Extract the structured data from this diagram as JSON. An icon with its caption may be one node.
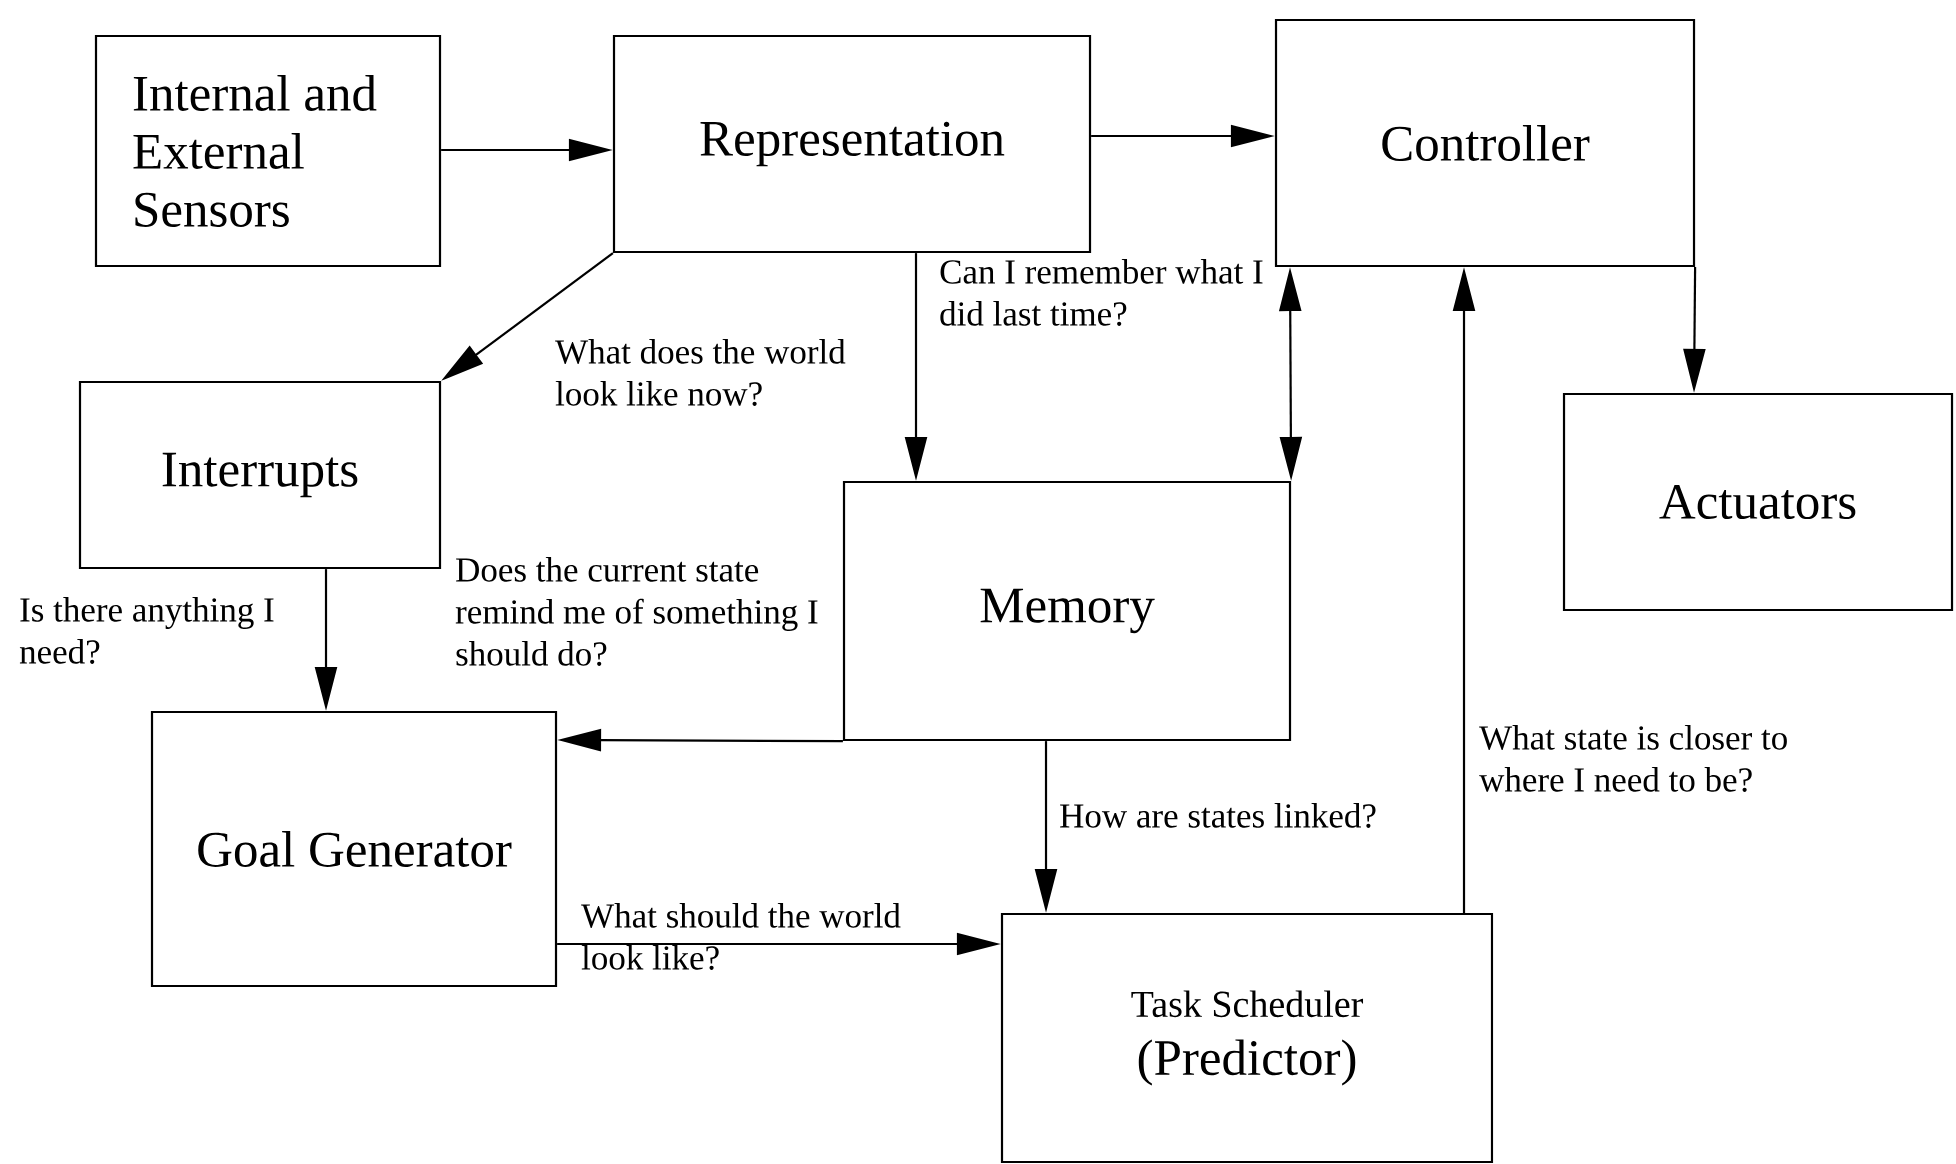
{
  "diagram": {
    "nodes": [
      {
        "text": [
          "Internal and External Sensors"
        ]
      },
      {
        "text": [
          "Representation"
        ]
      },
      {
        "text": [
          "Controller"
        ]
      },
      {
        "text": [
          "Interrupts"
        ]
      },
      {
        "text": [
          "Memory"
        ]
      },
      {
        "text": [
          "Actuators"
        ]
      },
      {
        "text": [
          "Goal Generator"
        ]
      },
      {
        "text": [
          "Task Scheduler",
          "(Predictor)"
        ]
      }
    ],
    "edges": [
      {
        "from": 0,
        "to": 1,
        "arrow": "to"
      },
      {
        "from": 1,
        "to": 2,
        "arrow": "to"
      },
      {
        "from": 1,
        "to": 3,
        "arrow": "to"
      },
      {
        "from": 1,
        "to": 4,
        "arrow": "to",
        "label": "What does the world look like now?"
      },
      {
        "from": 4,
        "to": 2,
        "arrow": "both",
        "label": "Can I remember what I did last time?"
      },
      {
        "from": 4,
        "to": 6,
        "arrow": "to",
        "label": "Does the current state remind me of something I should do?"
      },
      {
        "from": 3,
        "to": 6,
        "arrow": "to",
        "label": "Is there anything I need?"
      },
      {
        "from": 2,
        "to": 5,
        "arrow": "to"
      },
      {
        "from": 4,
        "to": 7,
        "arrow": "to",
        "label": "How are states linked?"
      },
      {
        "from": 6,
        "to": 7,
        "arrow": "to",
        "label": "What should the world look like?"
      },
      {
        "from": 7,
        "to": 2,
        "arrow": "to",
        "label": "What state is closer to where I need to be?"
      }
    ]
  }
}
